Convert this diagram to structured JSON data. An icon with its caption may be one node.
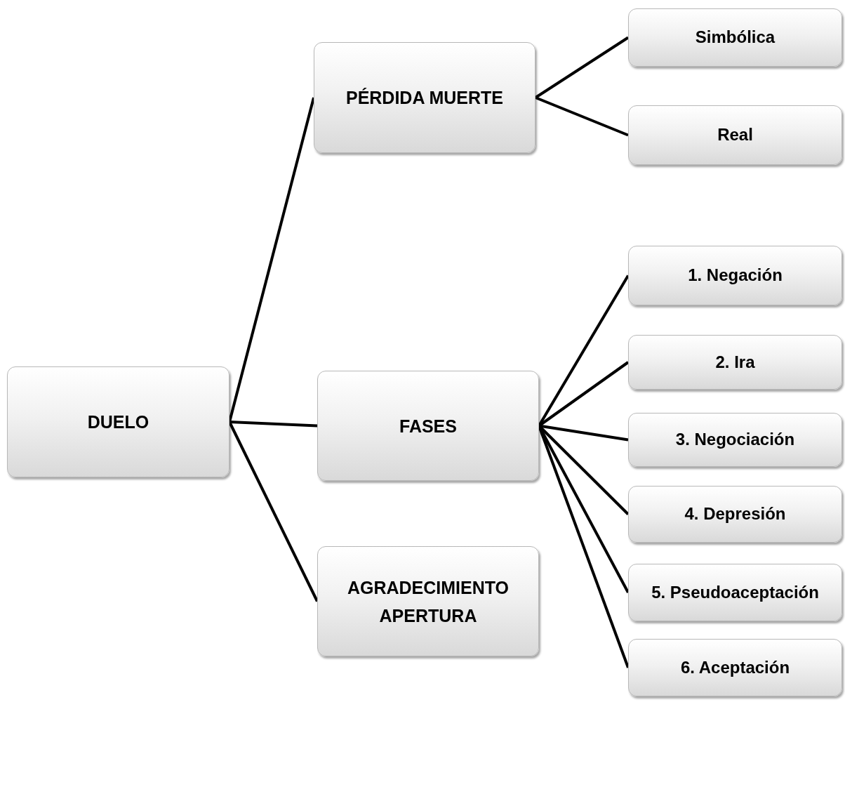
{
  "diagram": {
    "nodes": [
      {
        "text": [
          "DUELO"
        ]
      },
      {
        "text": [
          "PÉRDIDA MUERTE"
        ]
      },
      {
        "text": [
          "FASES"
        ]
      },
      {
        "text": [
          "AGRADECIMIENTO APERTURA"
        ]
      },
      {
        "text": [
          "Simbólica"
        ]
      },
      {
        "text": [
          "Real"
        ]
      },
      {
        "text": [
          "1. Negación"
        ]
      },
      {
        "text": [
          "2. Ira"
        ]
      },
      {
        "text": [
          "3. Negociación"
        ]
      },
      {
        "text": [
          "4. Depresión"
        ]
      },
      {
        "text": [
          "5. Pseudoaceptación"
        ]
      },
      {
        "text": [
          "6. Aceptación"
        ]
      }
    ],
    "edges": [
      {
        "from": 0,
        "to": 1,
        "arrow": "none"
      },
      {
        "from": 0,
        "to": 2,
        "arrow": "none"
      },
      {
        "from": 0,
        "to": 3,
        "arrow": "none"
      },
      {
        "from": 1,
        "to": 4,
        "arrow": "none"
      },
      {
        "from": 1,
        "to": 5,
        "arrow": "none"
      },
      {
        "from": 2,
        "to": 6,
        "arrow": "none"
      },
      {
        "from": 2,
        "to": 7,
        "arrow": "none"
      },
      {
        "from": 2,
        "to": 8,
        "arrow": "none"
      },
      {
        "from": 2,
        "to": 9,
        "arrow": "none"
      },
      {
        "from": 2,
        "to": 10,
        "arrow": "none"
      },
      {
        "from": 2,
        "to": 11,
        "arrow": "none"
      }
    ]
  }
}
